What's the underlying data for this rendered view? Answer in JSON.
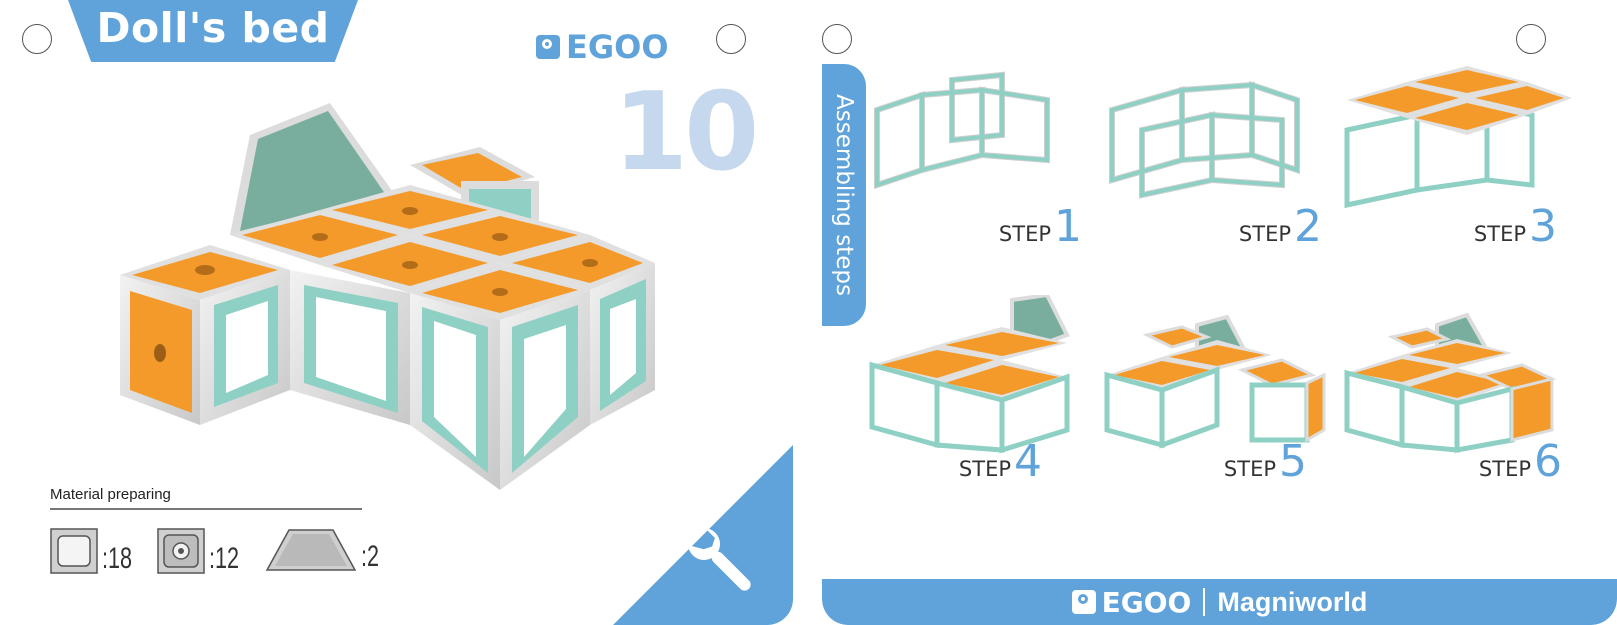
{
  "left_card": {
    "title": "Doll's bed",
    "brand": "EGOO",
    "number": "10",
    "material": {
      "label": "Material preparing",
      "items": [
        {
          "icon": "square-frame-icon",
          "count": ":18"
        },
        {
          "icon": "hole-panel-icon",
          "count": ":12"
        },
        {
          "icon": "trapezoid-panel-icon",
          "count": ":2"
        }
      ]
    },
    "corner_icon": "wrench-icon"
  },
  "right_card": {
    "side_label": "Assembling steps",
    "steps": [
      {
        "word": "STEP",
        "num": "1"
      },
      {
        "word": "STEP",
        "num": "2"
      },
      {
        "word": "STEP",
        "num": "3"
      },
      {
        "word": "STEP",
        "num": "4"
      },
      {
        "word": "STEP",
        "num": "5"
      },
      {
        "word": "STEP",
        "num": "6"
      }
    ],
    "footer_brand": "EGOO",
    "footer_sub": "Magniworld"
  },
  "colors": {
    "accent": "#5fa3da",
    "orange": "#f39a2a",
    "teal": "#8fd0c4",
    "silver": "#dcdcdc",
    "number_tint": "#c6d8ee"
  }
}
